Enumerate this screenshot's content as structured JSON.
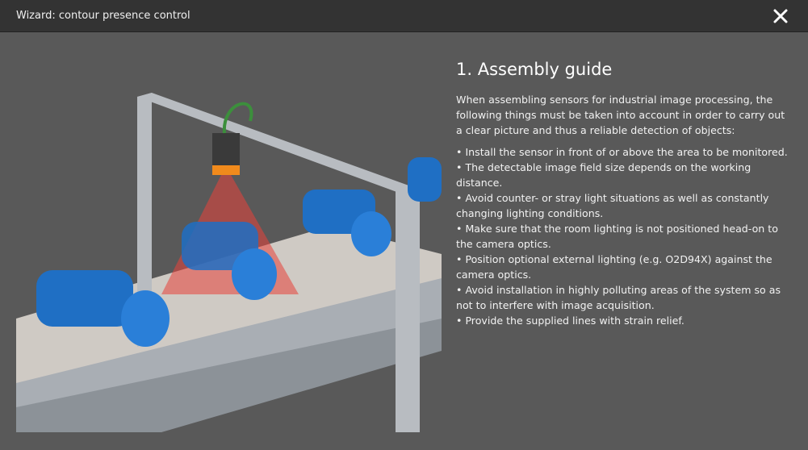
{
  "window": {
    "title": "Wizard: contour presence control",
    "close_icon": "close-icon"
  },
  "illustration": {
    "description_icon": "conveyor-sensor-illustration"
  },
  "guide": {
    "heading": "1. Assembly guide",
    "intro": "When assembling sensors for industrial image processing, the following things must be taken into account in order to carry out a clear picture and thus a reliable detection of objects:",
    "bullets": [
      "Install the sensor in front of or above the area to be monitored.",
      "The detectable image field size depends on the working distance.",
      "Avoid counter- or stray light situations as well as constantly changing lighting conditions.",
      "Make sure that the room lighting is not positioned head-on to the camera optics.",
      "Position optional external lighting (e.g. O2D94X) against the camera optics.",
      "Avoid installation in highly polluting areas of the system so as not to interfere with image acquisition.",
      "Provide the supplied lines with strain relief."
    ]
  },
  "colors": {
    "titlebar": "#333333",
    "background": "#595959",
    "motor": "#1f6fc4",
    "beam": "#e8413a",
    "sensor": "#f08a1c"
  }
}
